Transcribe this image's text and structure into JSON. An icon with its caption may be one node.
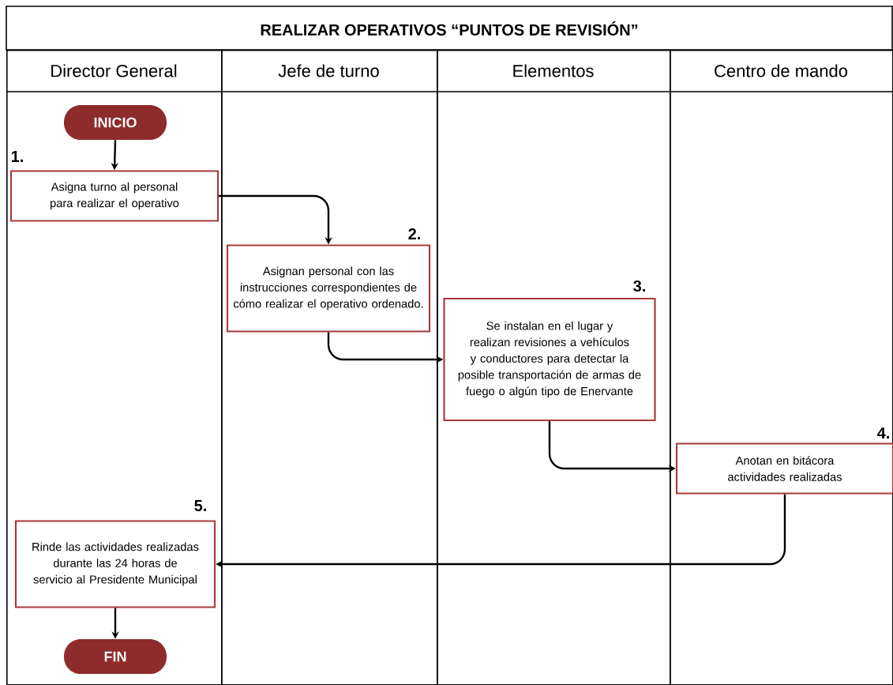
{
  "diagram": {
    "title": "REALIZAR OPERATIVOS “PUNTOS DE REVISIÓN”",
    "nodes": [
      {
        "text": [
          "Director General"
        ]
      },
      {
        "text": [
          "Jefe de turno"
        ]
      },
      {
        "text": [
          "Elementos"
        ]
      },
      {
        "text": [
          "Centro de mando"
        ]
      },
      {
        "text": [
          "INICIO"
        ],
        "in": 0
      },
      {
        "text": [
          "Asigna turno al personal para realizar el operativo"
        ],
        "beside": [
          "1."
        ],
        "in": 0
      },
      {
        "text": [
          "Asignan personal con las instrucciones correspondientes de cómo realizar el operativo ordenado."
        ],
        "beside": [
          "2."
        ],
        "in": 1
      },
      {
        "text": [
          "Se instalan en el lugar y realizan revisiones a vehículos y conductores para detectar la posible transportación de armas de fuego o algún tipo de Enervante"
        ],
        "beside": [
          "3."
        ],
        "in": 2
      },
      {
        "text": [
          "Anotan en bitácora actividades realizadas"
        ],
        "beside": [
          "4."
        ],
        "in": 3
      },
      {
        "text": [
          "Rinde las actividades realizadas durante las 24 horas de servicio al Presidente Municipal"
        ],
        "beside": [
          "5."
        ],
        "in": 0
      },
      {
        "text": [
          "FIN"
        ],
        "in": 0
      }
    ],
    "edges": [
      {
        "from": 4,
        "to": 5,
        "arrow": "to"
      },
      {
        "from": 5,
        "to": 6,
        "arrow": "to"
      },
      {
        "from": 6,
        "to": 7,
        "arrow": "to"
      },
      {
        "from": 7,
        "to": 8,
        "arrow": "to"
      },
      {
        "from": 8,
        "to": 9,
        "arrow": "to"
      },
      {
        "from": 9,
        "to": 10,
        "arrow": "to"
      }
    ]
  }
}
